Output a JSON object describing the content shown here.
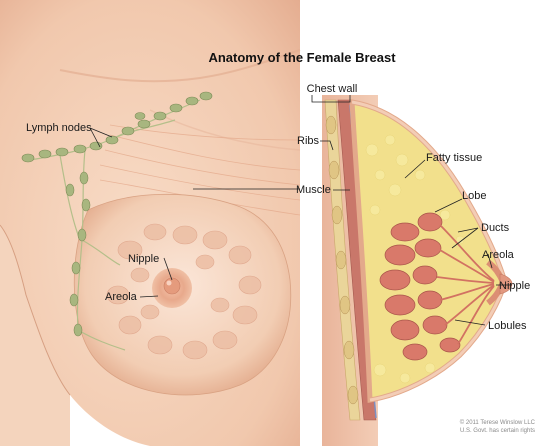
{
  "title": "Anatomy of the Female Breast",
  "labels": {
    "lymph_nodes": "Lymph nodes",
    "nipple_front": "Nipple",
    "areola_front": "Areola",
    "chest_wall": "Chest wall",
    "ribs": "Ribs",
    "muscle": "Muscle",
    "fatty_tissue": "Fatty tissue",
    "lobe": "Lobe",
    "ducts": "Ducts",
    "areola_side": "Areola",
    "nipple_side": "Nipple",
    "lobules": "Lobules"
  },
  "credit": {
    "line1": "© 2011 Terese Winslow LLC",
    "line2": "U.S. Govt. has certain rights"
  },
  "colors": {
    "skin": "#f3cdb3",
    "skin_shadow": "#e6ab8c",
    "areola": "#e3a488",
    "lymph_node": "#a7b57e",
    "fat": "#f2e08c",
    "lobe": "#d9796a",
    "muscle": "#c9776a"
  }
}
